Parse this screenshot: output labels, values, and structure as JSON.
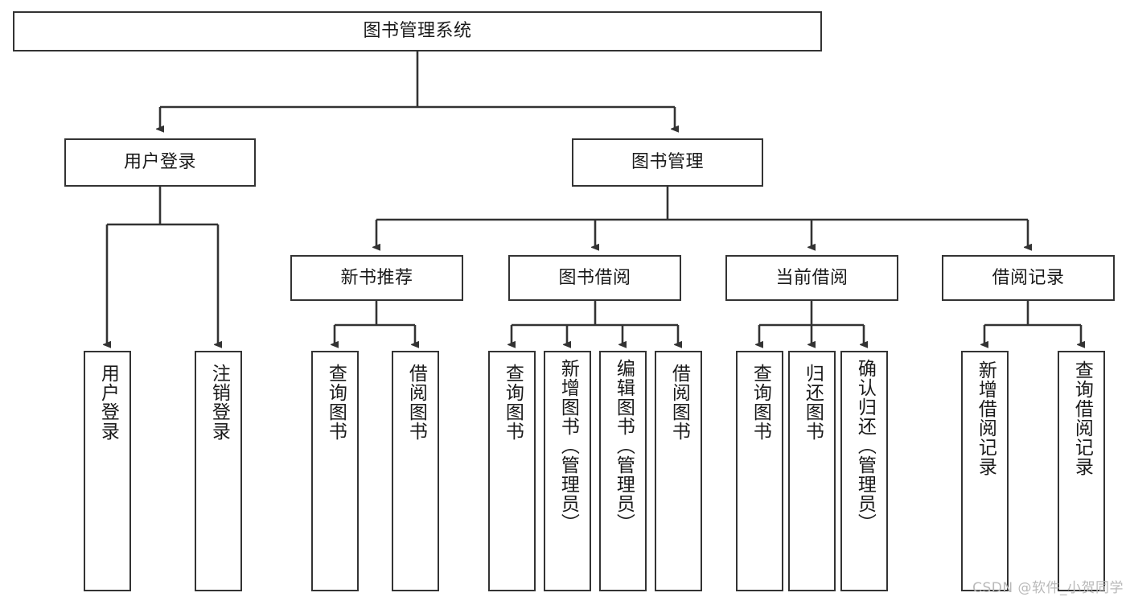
{
  "diagram": {
    "title": "图书管理系统",
    "type": "tree",
    "orientation": "top-down",
    "colors": {
      "background": "#ffffff",
      "node_border": "#333333",
      "node_fill": "#ffffff",
      "edge": "#333333",
      "text": "#1a1a1a",
      "watermark": "#b9b9b9"
    },
    "root": {
      "id": "root",
      "label": "图书管理系统",
      "orientation": "horizontal"
    },
    "level2": [
      {
        "id": "user-login",
        "label": "用户登录",
        "orientation": "horizontal"
      },
      {
        "id": "book-management",
        "label": "图书管理",
        "orientation": "horizontal"
      }
    ],
    "level3": [
      {
        "id": "new-book-recommend",
        "label": "新书推荐",
        "orientation": "horizontal",
        "parent": "book-management"
      },
      {
        "id": "book-borrow",
        "label": "图书借阅",
        "orientation": "horizontal",
        "parent": "book-management"
      },
      {
        "id": "current-borrow",
        "label": "当前借阅",
        "orientation": "horizontal",
        "parent": "book-management"
      },
      {
        "id": "borrow-record",
        "label": "借阅记录",
        "orientation": "horizontal",
        "parent": "book-management"
      }
    ],
    "leaves": [
      {
        "id": "leaf-user-login",
        "label": "用户登录",
        "orientation": "vertical",
        "parent": "user-login"
      },
      {
        "id": "leaf-logout",
        "label": "注销登录",
        "orientation": "vertical",
        "parent": "user-login"
      },
      {
        "id": "leaf-query-book-1",
        "label": "查询图书",
        "orientation": "vertical",
        "parent": "new-book-recommend"
      },
      {
        "id": "leaf-borrow-book-1",
        "label": "借阅图书",
        "orientation": "vertical",
        "parent": "new-book-recommend"
      },
      {
        "id": "leaf-query-book-2",
        "label": "查询图书",
        "orientation": "vertical",
        "parent": "book-borrow"
      },
      {
        "id": "leaf-add-book",
        "label": "新增图书（管理员）",
        "orientation": "vertical",
        "parent": "book-borrow"
      },
      {
        "id": "leaf-edit-book",
        "label": "编辑图书（管理员）",
        "orientation": "vertical",
        "parent": "book-borrow"
      },
      {
        "id": "leaf-borrow-book-2",
        "label": "借阅图书",
        "orientation": "vertical",
        "parent": "book-borrow"
      },
      {
        "id": "leaf-query-book-3",
        "label": "查询图书",
        "orientation": "vertical",
        "parent": "current-borrow"
      },
      {
        "id": "leaf-return-book",
        "label": "归还图书",
        "orientation": "vertical",
        "parent": "current-borrow"
      },
      {
        "id": "leaf-confirm-return",
        "label": "确认归还（管理员）",
        "orientation": "vertical",
        "parent": "current-borrow"
      },
      {
        "id": "leaf-add-record",
        "label": "新增借阅记录",
        "orientation": "vertical",
        "parent": "borrow-record"
      },
      {
        "id": "leaf-query-record",
        "label": "查询借阅记录",
        "orientation": "vertical",
        "parent": "borrow-record"
      }
    ]
  },
  "watermark": {
    "text": "CSDN @软件_小贺同学"
  }
}
